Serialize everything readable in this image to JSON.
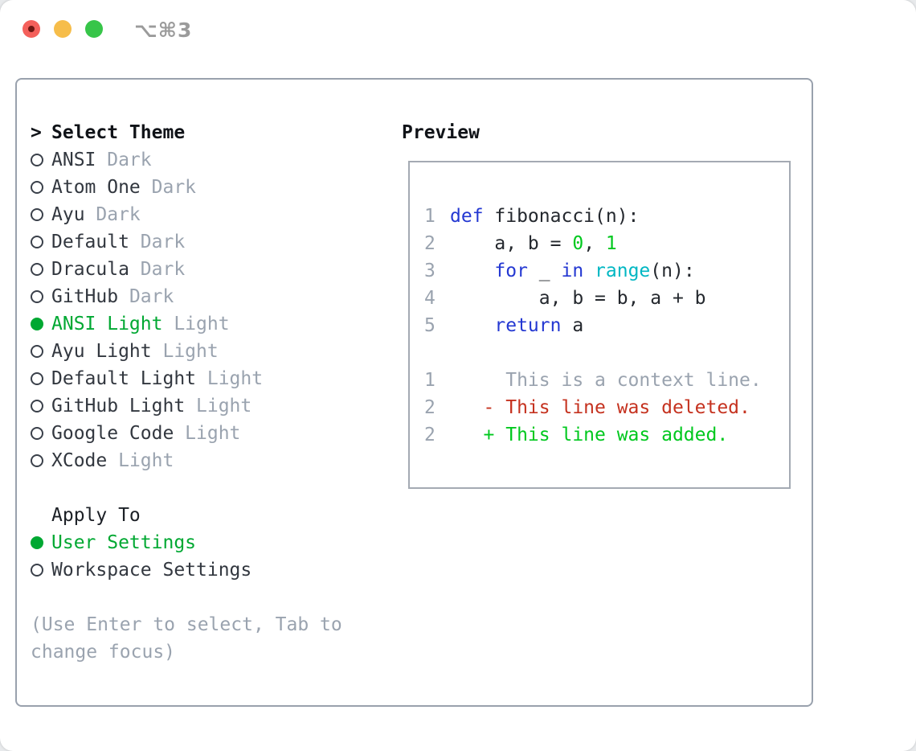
{
  "window": {
    "title": "⌥⌘3"
  },
  "colors": {
    "text": "#32373f",
    "header": "#101318",
    "muted": "#9aa3af",
    "sel": "#00a832",
    "add": "#00c81e",
    "kw": "#2438d2",
    "bi": "#00b7c3",
    "del": "#c5321f",
    "fg": "#24282e",
    "border": "#99a1ad",
    "pborder": "#a4aab3",
    "title_gray": "#9b9b9b",
    "tl_red": "#f4605b",
    "tl_red_dot": "#6e1712",
    "tl_yellow": "#f6bd4a",
    "tl_green": "#37c549",
    "ring": "#3a404a"
  },
  "theme_list": {
    "cursor": ">",
    "header": "Select Theme",
    "items": [
      {
        "name": "ANSI",
        "tag": "Dark",
        "selected": false
      },
      {
        "name": "Atom One",
        "tag": "Dark",
        "selected": false
      },
      {
        "name": "Ayu",
        "tag": "Dark",
        "selected": false
      },
      {
        "name": "Default",
        "tag": "Dark",
        "selected": false
      },
      {
        "name": "Dracula",
        "tag": "Dark",
        "selected": false
      },
      {
        "name": "GitHub",
        "tag": "Dark",
        "selected": false
      },
      {
        "name": "ANSI Light",
        "tag": "Light",
        "selected": true
      },
      {
        "name": "Ayu Light",
        "tag": "Light",
        "selected": false
      },
      {
        "name": "Default Light",
        "tag": "Light",
        "selected": false
      },
      {
        "name": "GitHub Light",
        "tag": "Light",
        "selected": false
      },
      {
        "name": "Google Code",
        "tag": "Light",
        "selected": false
      },
      {
        "name": "XCode",
        "tag": "Light",
        "selected": false
      }
    ]
  },
  "apply_to": {
    "header": "Apply To",
    "options": [
      {
        "label": "User Settings",
        "selected": true
      },
      {
        "label": "Workspace Settings",
        "selected": false
      }
    ]
  },
  "help_text": [
    "(Use Enter to select, Tab to",
    "change focus)"
  ],
  "preview": {
    "header": "Preview",
    "lines": [
      {
        "num": "",
        "tokens": []
      },
      {
        "num": "1",
        "tokens": [
          {
            "t": "def",
            "c": "kw"
          },
          {
            "t": " fibonacci(n):",
            "c": "fg"
          }
        ]
      },
      {
        "num": "2",
        "tokens": [
          {
            "t": "    a, b = ",
            "c": "fg"
          },
          {
            "t": "0",
            "c": "num"
          },
          {
            "t": ", ",
            "c": "fg"
          },
          {
            "t": "1",
            "c": "num"
          }
        ]
      },
      {
        "num": "3",
        "tokens": [
          {
            "t": "    ",
            "c": "fg"
          },
          {
            "t": "for",
            "c": "kw"
          },
          {
            "t": " _ ",
            "c": "fg"
          },
          {
            "t": "in",
            "c": "kw"
          },
          {
            "t": " ",
            "c": "fg"
          },
          {
            "t": "range",
            "c": "bi"
          },
          {
            "t": "(n):",
            "c": "fg"
          }
        ]
      },
      {
        "num": "4",
        "tokens": [
          {
            "t": "        a, b = b, a + b",
            "c": "fg"
          }
        ]
      },
      {
        "num": "5",
        "tokens": [
          {
            "t": "    ",
            "c": "fg"
          },
          {
            "t": "return",
            "c": "kw"
          },
          {
            "t": " a",
            "c": "fg"
          }
        ]
      },
      {
        "num": "",
        "tokens": []
      },
      {
        "num": "1",
        "tokens": [
          {
            "t": "     This is a context line.",
            "c": "muted"
          }
        ]
      },
      {
        "num": "2",
        "tokens": [
          {
            "t": "   - This line was deleted.",
            "c": "del"
          }
        ]
      },
      {
        "num": "2",
        "tokens": [
          {
            "t": "   + This line was added.",
            "c": "add"
          }
        ]
      }
    ]
  }
}
